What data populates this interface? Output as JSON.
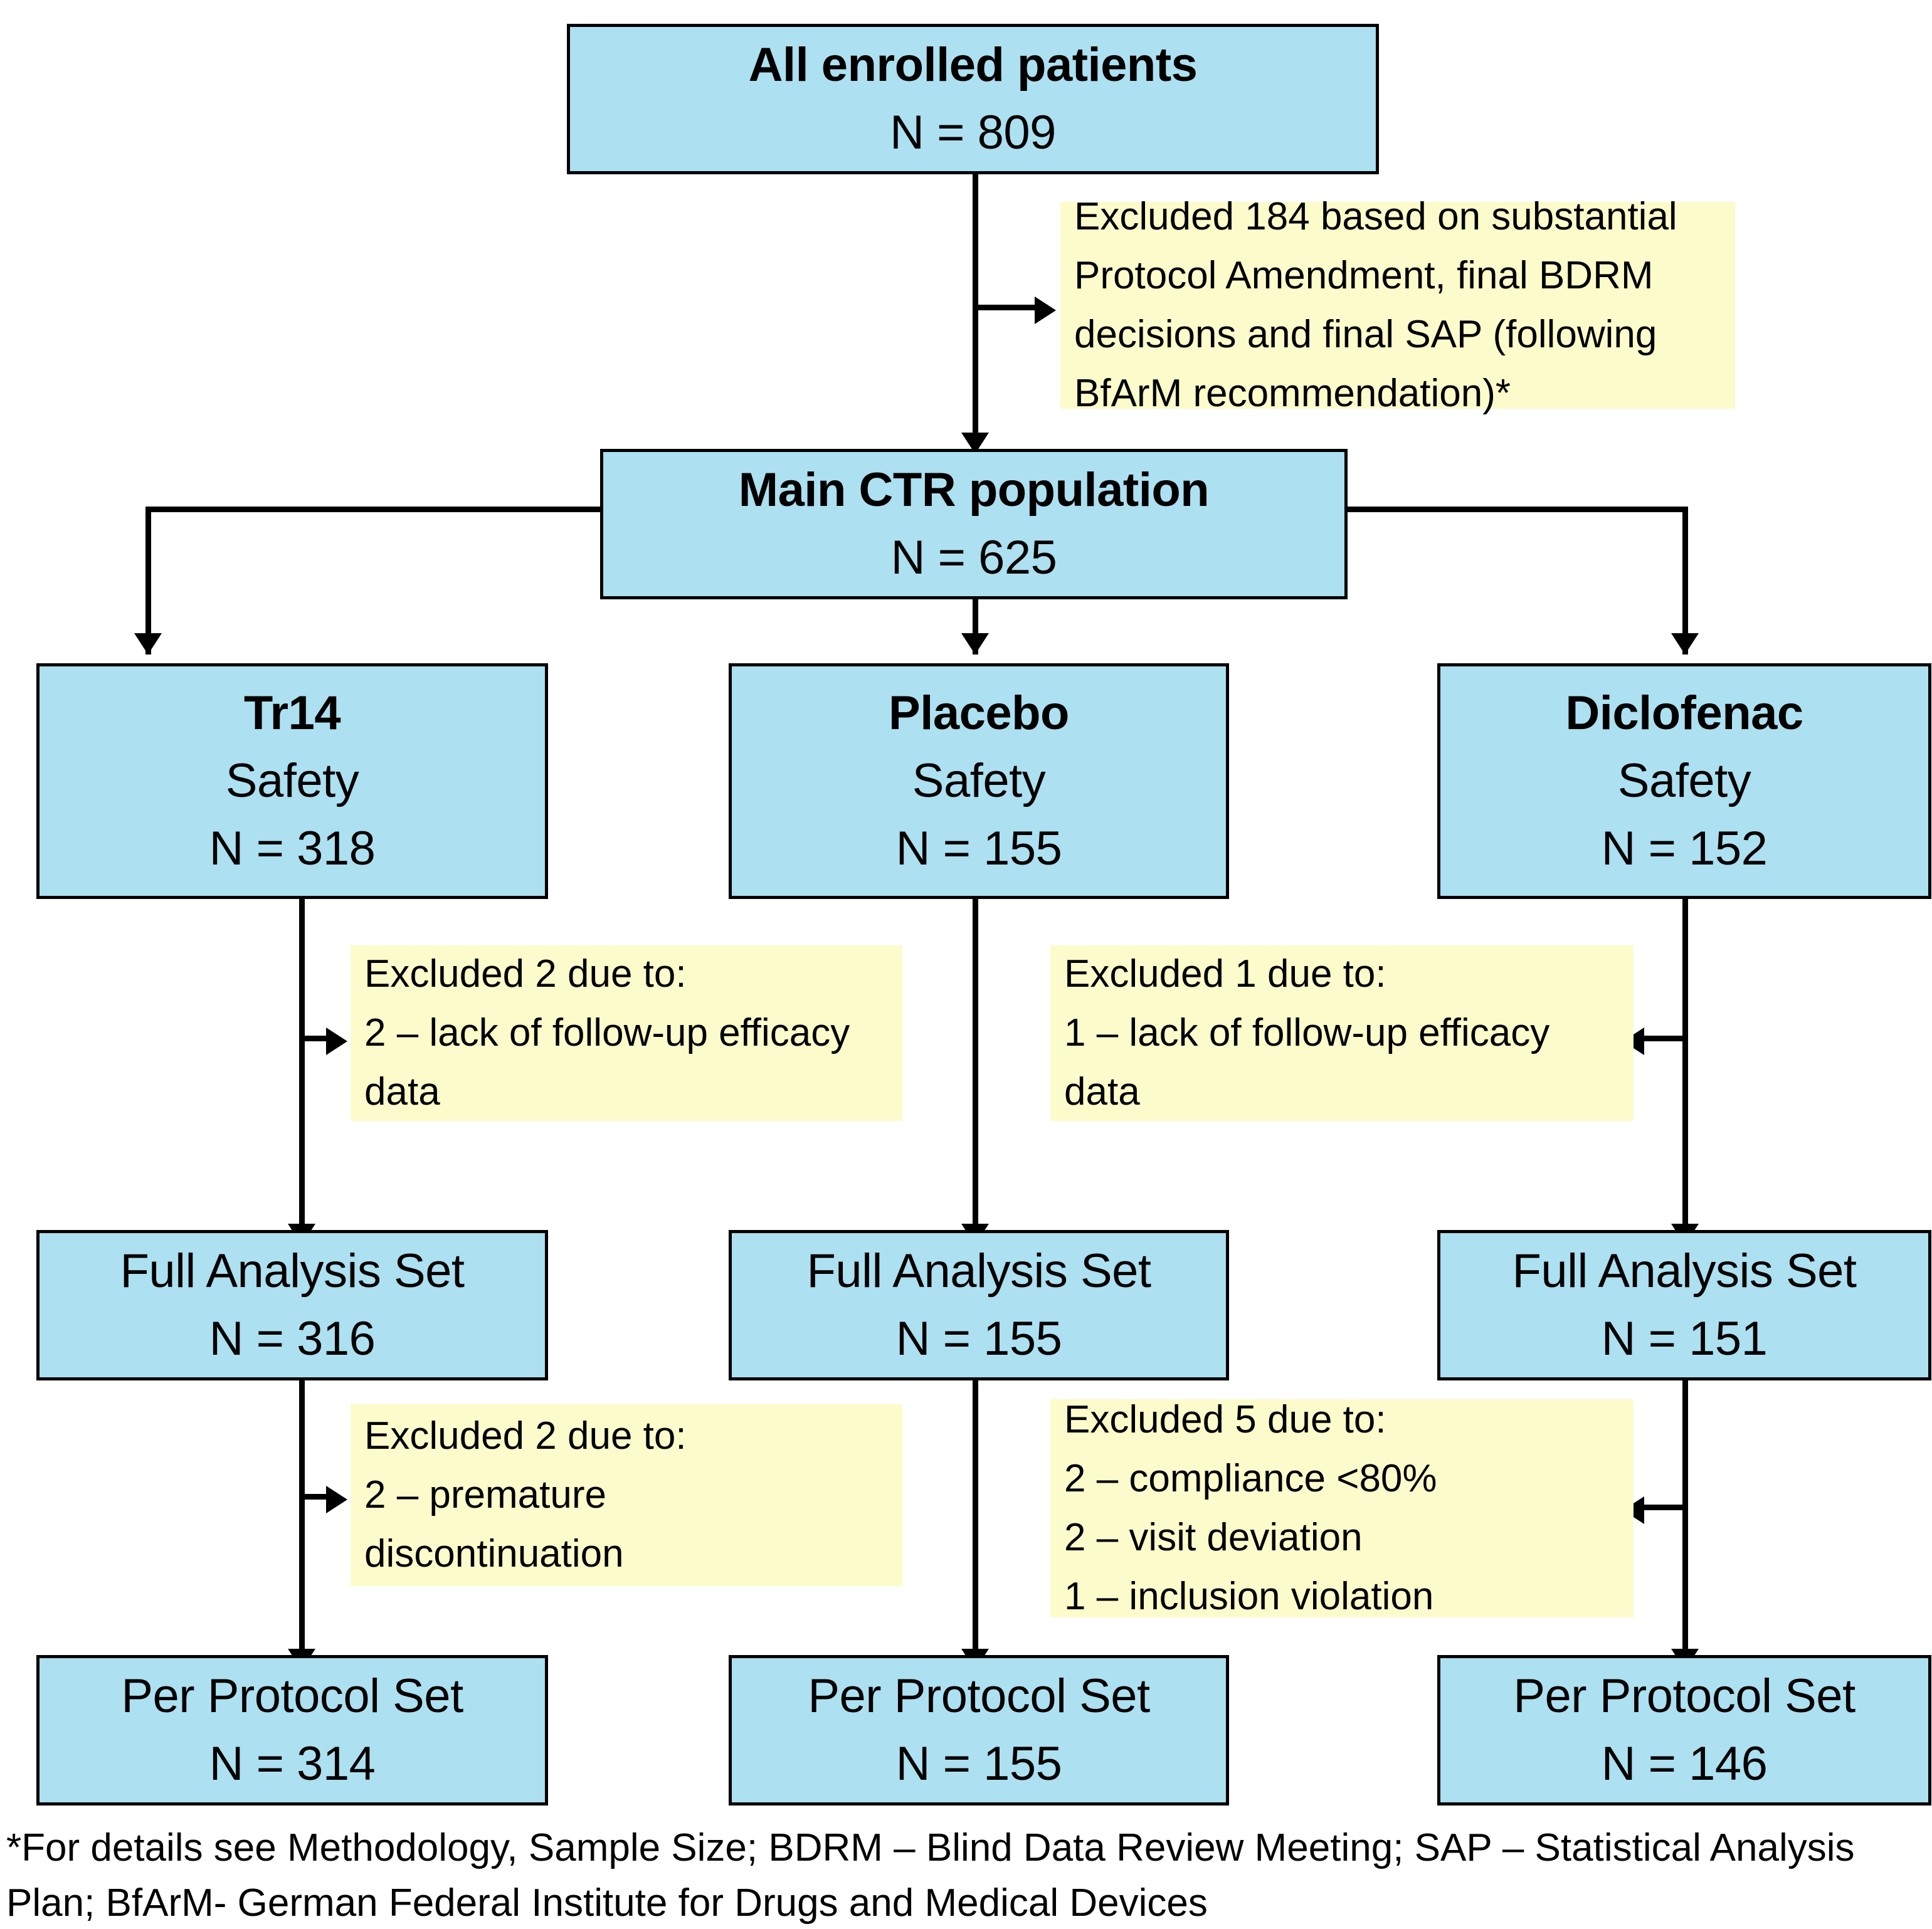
{
  "diagram": {
    "type": "CONSORT patient flow chart",
    "colors": {
      "node_fill": "#ade0f0",
      "note_fill": "#fcfbcb",
      "stroke": "#000000"
    },
    "nodes": {
      "enrolled": {
        "title": "All enrolled patients",
        "n": "N = 809"
      },
      "main_ctr": {
        "title": "Main CTR population",
        "n": "N = 625"
      },
      "tr14_safety": {
        "title": "Tr14",
        "subtitle": "Safety",
        "n": "N = 318"
      },
      "placebo_safety": {
        "title": "Placebo",
        "subtitle": "Safety",
        "n": "N = 155"
      },
      "diclofenac_safety": {
        "title": "Diclofenac",
        "subtitle": "Safety",
        "n": "N = 152"
      },
      "tr14_fas": {
        "title": "Full Analysis Set",
        "n": "N = 316"
      },
      "placebo_fas": {
        "title": "Full Analysis Set",
        "n": "N = 155"
      },
      "diclofenac_fas": {
        "title": "Full Analysis Set",
        "n": "N = 151"
      },
      "tr14_pps": {
        "title": "Per Protocol Set",
        "n": "N = 314"
      },
      "placebo_pps": {
        "title": "Per Protocol Set",
        "n": "N = 155"
      },
      "diclofenac_pps": {
        "title": "Per Protocol Set",
        "n": "N = 146"
      }
    },
    "notes": {
      "excluded_184": {
        "l1": "Excluded 184 based on substantial",
        "l2": "Protocol Amendment, final BDRM",
        "l3": "decisions and final SAP (following",
        "l4": "BfArM recommendation)*"
      },
      "excluded_tr14_fas": {
        "l1": "Excluded 2 due to:",
        "l2": "2 – lack of follow-up efficacy",
        "l3": "data"
      },
      "excluded_diclofenac_fas": {
        "l1": "Excluded 1 due to:",
        "l2": "1 – lack of follow-up efficacy",
        "l3": "data"
      },
      "excluded_tr14_pps": {
        "l1": "Excluded 2 due to:",
        "l2": "2 – premature",
        "l3": "discontinuation"
      },
      "excluded_diclofenac_pps": {
        "l1": "Excluded 5 due to:",
        "l2": "2 – compliance <80%",
        "l3": "2 – visit deviation",
        "l4": "1 – inclusion violation"
      }
    },
    "footnote": {
      "l1": "*For details see Methodology, Sample Size; BDRM – Blind Data Review Meeting; SAP – Statistical Analysis",
      "l2": "Plan; BfArM- German Federal Institute for Drugs and Medical Devices"
    }
  }
}
